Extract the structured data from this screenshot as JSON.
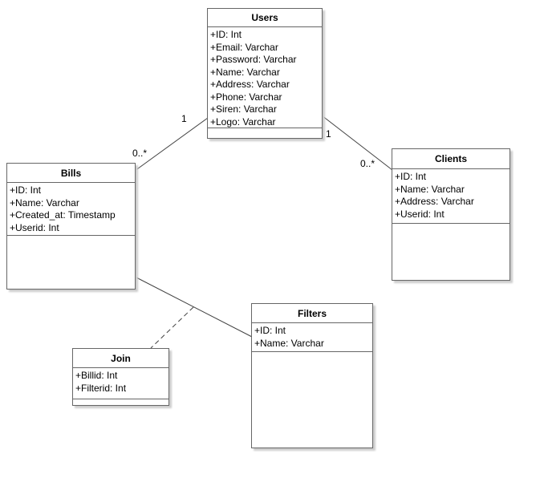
{
  "diagram": {
    "type": "uml-class-diagram",
    "colors": {
      "background": "#ffffff",
      "border": "#666666",
      "line": "#424242",
      "text": "#000000",
      "shadow": "#cccccc"
    },
    "entities": {
      "users": {
        "title": "Users",
        "attributes": [
          "+ID: Int",
          "+Email: Varchar",
          "+Password: Varchar",
          "+Name: Varchar",
          "+Address: Varchar",
          "+Phone: Varchar",
          "+Siren: Varchar",
          "+Logo: Varchar"
        ]
      },
      "bills": {
        "title": "Bills",
        "attributes": [
          "+ID: Int",
          "+Name: Varchar",
          "+Created_at: Timestamp",
          "+Userid: Int"
        ]
      },
      "clients": {
        "title": "Clients",
        "attributes": [
          "+ID: Int",
          "+Name: Varchar",
          "+Address: Varchar",
          "+Userid: Int"
        ]
      },
      "filters": {
        "title": "Filters",
        "attributes": [
          "+ID: Int",
          "+Name: Varchar"
        ]
      },
      "join": {
        "title": "Join",
        "attributes": [
          "+Billid: Int",
          "+Filterid: Int"
        ]
      }
    },
    "relationships": {
      "users_bills": {
        "type": "association",
        "from": "Users",
        "to": "Bills",
        "from_multiplicity": "1",
        "to_multiplicity": "0..*"
      },
      "users_clients": {
        "type": "association",
        "from": "Users",
        "to": "Clients",
        "from_multiplicity": "1",
        "to_multiplicity": "0..*"
      },
      "bills_filters": {
        "type": "association",
        "from": "Bills",
        "to": "Filters"
      },
      "join_link": {
        "type": "dashed",
        "from": "Bills-Filters association",
        "to": "Join"
      }
    }
  }
}
